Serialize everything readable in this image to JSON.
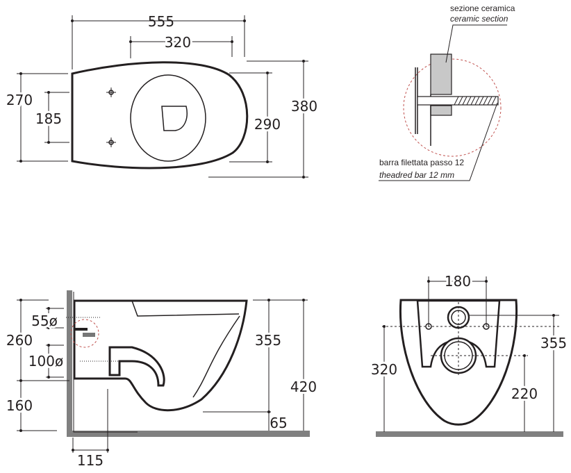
{
  "top_view": {
    "dims": {
      "overall_length": "555",
      "seat_length": "320",
      "width": "270",
      "fixing_spacing": "185",
      "seat_width": "290",
      "overall_width": "380"
    }
  },
  "detail": {
    "ceramic_label_it": "sezione ceramica",
    "ceramic_label_en": "ceramic section",
    "bar_label_it": "barra filettata passo 12",
    "bar_label_en": "theadred bar 12 mm",
    "highlight_color": "#c0504d"
  },
  "side_view": {
    "dims": {
      "inlet_height": "260",
      "inlet_diameter": "55ø",
      "outlet_diameter": "100ø",
      "outlet_height": "160",
      "bowl_height": "355",
      "total_height": "420",
      "bottom_clearance": "65",
      "outlet_depth": "115"
    }
  },
  "front_view": {
    "dims": {
      "fixing_spacing": "180",
      "fixing_height": "320",
      "inlet_height": "355",
      "outlet_height": "220"
    }
  },
  "colors": {
    "line": "#231f20",
    "floor": "#808080",
    "section_fill": "#c8c8c8"
  }
}
